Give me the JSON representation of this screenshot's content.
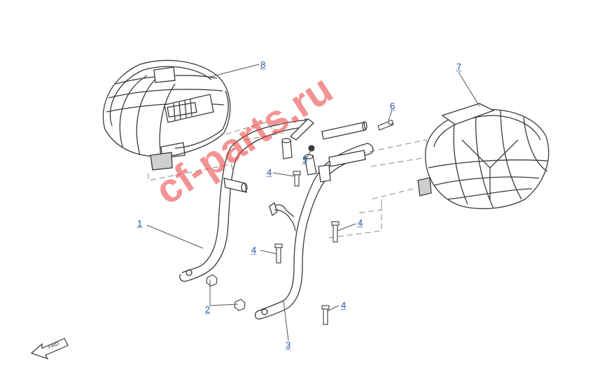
{
  "callouts": {
    "c1": "1",
    "c2": "2",
    "c3": "3",
    "c4a": "4",
    "c4b": "4",
    "c4c": "4",
    "c4d": "4",
    "c5": "5",
    "c6": "6",
    "c7": "7",
    "c8": "8"
  },
  "watermark": "cf-parts.ru",
  "colors": {
    "callout": "#1f55a8",
    "line_art": "#3a3a3a",
    "leader": "#555555",
    "watermark": "#ea3b3b"
  },
  "icons": {
    "fwd_arrow": "fwd-arrow-icon"
  }
}
